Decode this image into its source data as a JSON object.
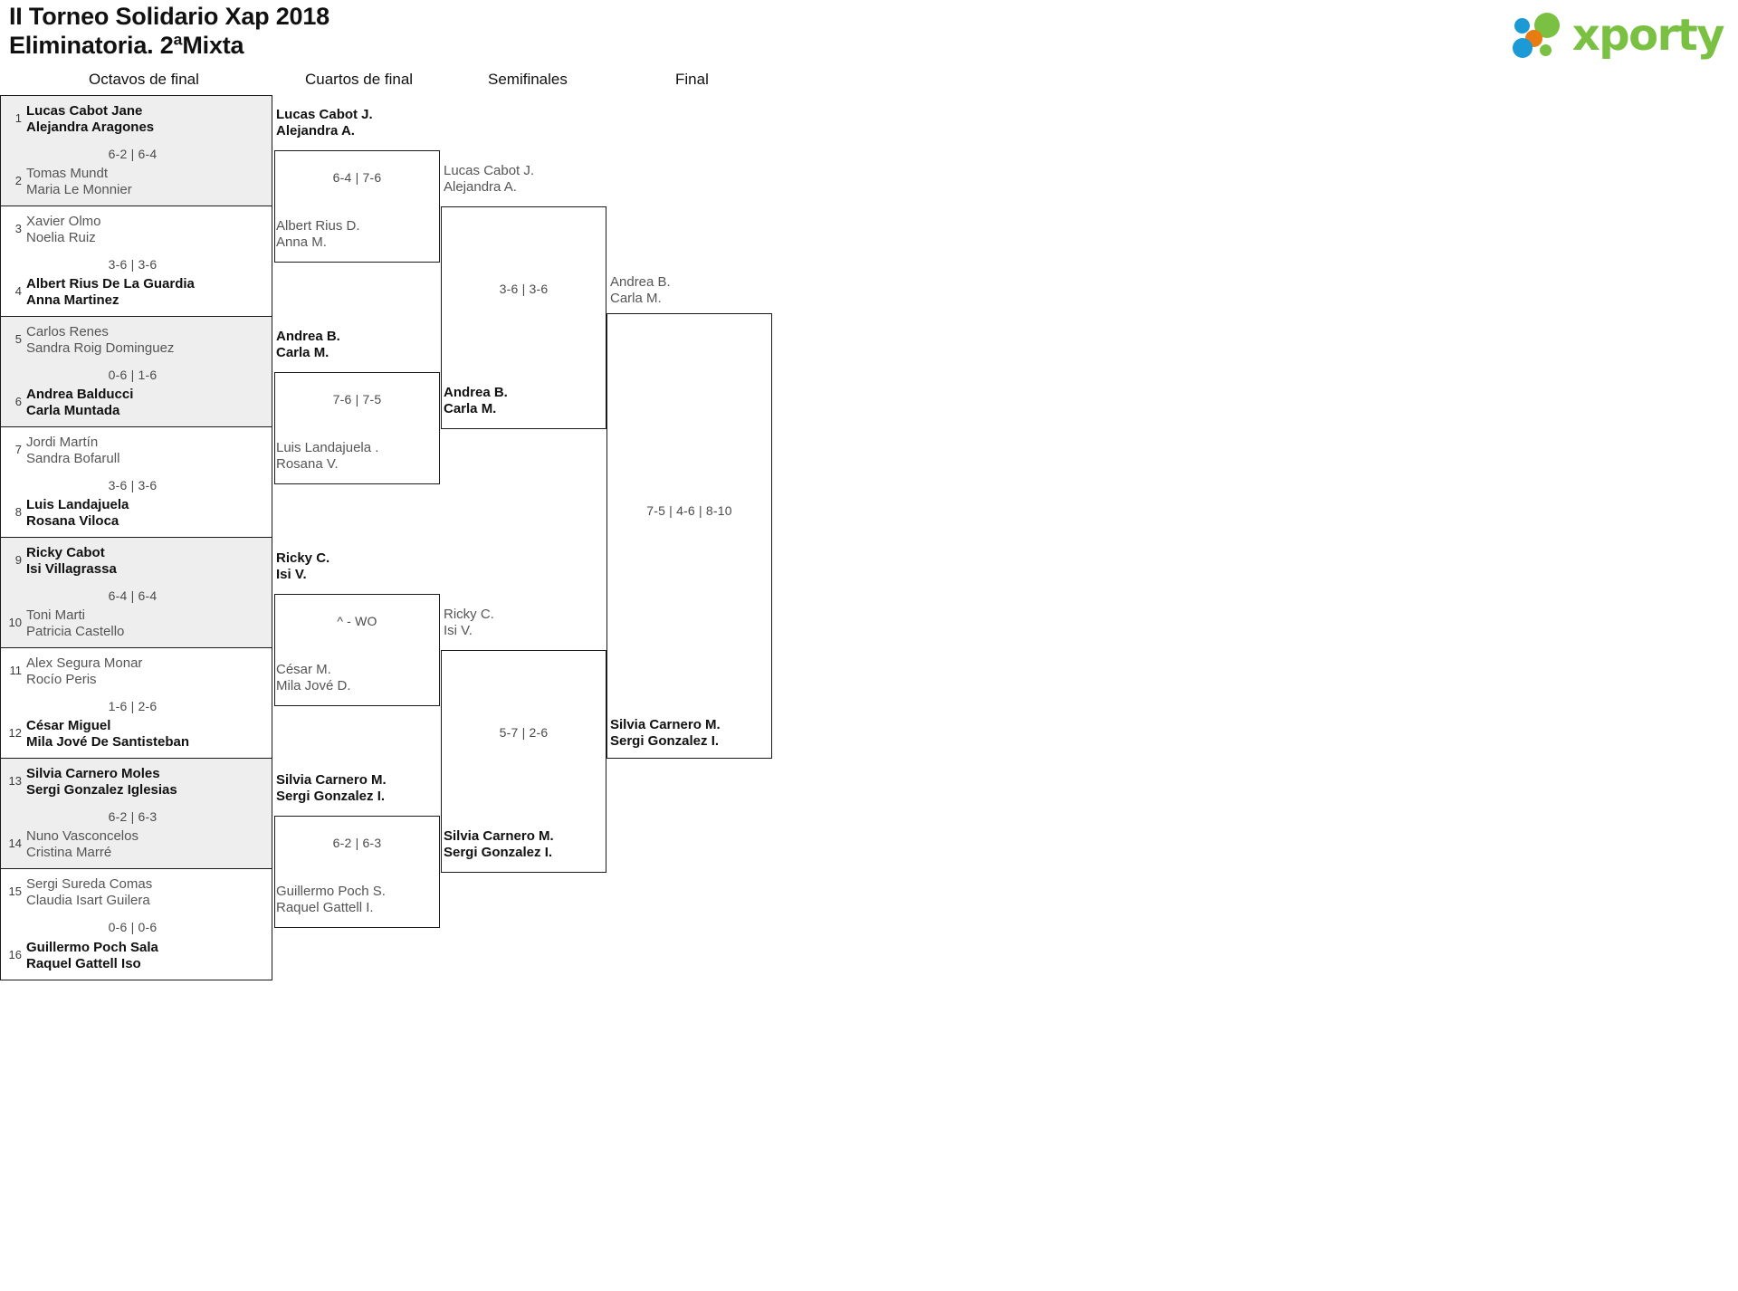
{
  "header": {
    "title_line1": "II Torneo Solidario Xap 2018",
    "title_line2": "Eliminatoria. 2ªMixta",
    "logo_text": "xporty"
  },
  "rounds": [
    {
      "key": "r16",
      "label": "Octavos de final"
    },
    {
      "key": "qf",
      "label": "Cuartos de final"
    },
    {
      "key": "sf",
      "label": "Semifinales"
    },
    {
      "key": "f",
      "label": "Final"
    }
  ],
  "round_of_16": [
    {
      "seed_top": "1",
      "top_l1": "Lucas Cabot Jane",
      "top_l2": "Alejandra Aragones",
      "top_winner": true,
      "seed_bot": "2",
      "bot_l1": "Tomas Mundt",
      "bot_l2": "Maria Le Monnier",
      "bot_winner": false,
      "score": "6-2 | 6-4",
      "shaded": true
    },
    {
      "seed_top": "3",
      "top_l1": "Xavier Olmo",
      "top_l2": "Noelia Ruiz",
      "top_winner": false,
      "seed_bot": "4",
      "bot_l1": "Albert Rius De La Guardia",
      "bot_l2": "Anna Martinez",
      "bot_winner": true,
      "score": "3-6 | 3-6",
      "shaded": false
    },
    {
      "seed_top": "5",
      "top_l1": "Carlos Renes",
      "top_l2": "Sandra Roig Dominguez",
      "top_winner": false,
      "seed_bot": "6",
      "bot_l1": "Andrea Balducci",
      "bot_l2": "Carla Muntada",
      "bot_winner": true,
      "score": "0-6 | 1-6",
      "shaded": true
    },
    {
      "seed_top": "7",
      "top_l1": "Jordi Martín",
      "top_l2": "Sandra Bofarull",
      "top_winner": false,
      "seed_bot": "8",
      "bot_l1": "Luis Landajuela",
      "bot_l2": "Rosana Viloca",
      "bot_winner": true,
      "score": "3-6 | 3-6",
      "shaded": false
    },
    {
      "seed_top": "9",
      "top_l1": "Ricky Cabot",
      "top_l2": "Isi Villagrassa",
      "top_winner": true,
      "seed_bot": "10",
      "bot_l1": "Toni Marti",
      "bot_l2": "Patricia Castello",
      "bot_winner": false,
      "score": "6-4 | 6-4",
      "shaded": true
    },
    {
      "seed_top": "11",
      "top_l1": "Alex Segura Monar",
      "top_l2": "Rocío Peris",
      "top_winner": false,
      "seed_bot": "12",
      "bot_l1": "César Miguel",
      "bot_l2": "Mila Jové De Santisteban",
      "bot_winner": true,
      "score": "1-6 | 2-6",
      "shaded": false
    },
    {
      "seed_top": "13",
      "top_l1": "Silvia Carnero Moles",
      "top_l2": "Sergi Gonzalez Iglesias",
      "top_winner": true,
      "seed_bot": "14",
      "bot_l1": "Nuno Vasconcelos",
      "bot_l2": "Cristina Marré",
      "bot_winner": false,
      "score": "6-2 | 6-3",
      "shaded": true
    },
    {
      "seed_top": "15",
      "top_l1": "Sergi Sureda Comas",
      "top_l2": "Claudia Isart Guilera",
      "top_winner": false,
      "seed_bot": "16",
      "bot_l1": "Guillermo Poch Sala",
      "bot_l2": "Raquel Gattell Iso",
      "bot_winner": true,
      "score": "0-6 | 0-6",
      "shaded": false
    }
  ],
  "quarter_finals": [
    {
      "top_l1": "Lucas Cabot J.",
      "top_l2": "Alejandra A.",
      "top_winner": true,
      "bot_l1": "Albert Rius D.",
      "bot_l2": "Anna M.",
      "bot_winner": false,
      "score": "6-4 | 7-6"
    },
    {
      "top_l1": "Andrea B.",
      "top_l2": "Carla M.",
      "top_winner": true,
      "bot_l1": "Luis Landajuela .",
      "bot_l2": "Rosana V.",
      "bot_winner": false,
      "score": "7-6 | 7-5"
    },
    {
      "top_l1": "Ricky C.",
      "top_l2": "Isi V.",
      "top_winner": true,
      "bot_l1": "César M.",
      "bot_l2": "Mila Jové D.",
      "bot_winner": false,
      "score": "^ - WO"
    },
    {
      "top_l1": "Silvia Carnero M.",
      "top_l2": "Sergi Gonzalez I.",
      "top_winner": true,
      "bot_l1": "Guillermo Poch S.",
      "bot_l2": "Raquel Gattell I.",
      "bot_winner": false,
      "score": "6-2 | 6-3"
    }
  ],
  "semi_finals": [
    {
      "top_l1": "Lucas Cabot J.",
      "top_l2": "Alejandra A.",
      "top_winner": false,
      "bot_l1": "Andrea B.",
      "bot_l2": "Carla M.",
      "bot_winner": true,
      "score": "3-6 | 3-6"
    },
    {
      "top_l1": "Ricky C.",
      "top_l2": "Isi V.",
      "top_winner": false,
      "bot_l1": "Silvia Carnero M.",
      "bot_l2": "Sergi Gonzalez I.",
      "bot_winner": true,
      "score": "5-7 | 2-6"
    }
  ],
  "final": [
    {
      "top_l1": "Andrea B.",
      "top_l2": "Carla M.",
      "top_winner": false,
      "bot_l1": "Silvia Carnero M.",
      "bot_l2": "Sergi Gonzalez I.",
      "bot_winner": true,
      "score": "7-5 | 4-6 | 8-10"
    }
  ]
}
